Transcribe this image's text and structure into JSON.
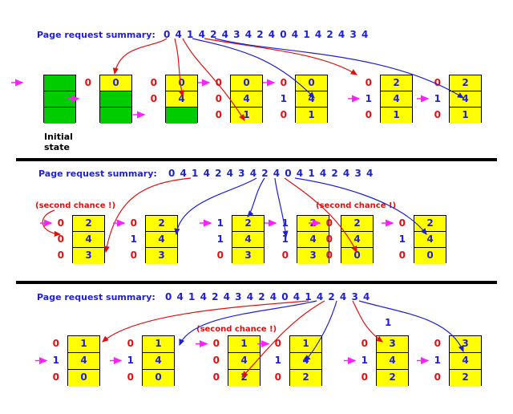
{
  "initial_label": "Initial state",
  "colors": {
    "red": "#e01010",
    "blue": "#1f1fd6",
    "magenta": "#ff20ff",
    "yellow": "#ffff00",
    "green": "#00cc00"
  },
  "sections": [
    {
      "title": "Page request summary:",
      "sequence": "0 4 1 4 2 4 3 4 2 4 0 4 1 4 2 4 3 4",
      "frames": [
        {
          "fill": "green",
          "cells": [
            "",
            "",
            ""
          ],
          "refs": [
            "",
            "",
            ""
          ],
          "pointer": 0
        },
        {
          "fill": "yellow-top",
          "cells": [
            "0",
            "",
            ""
          ],
          "refs": [
            "0",
            "",
            ""
          ],
          "pointer": 1
        },
        {
          "fill": "yellow-top2",
          "cells": [
            "0",
            "4",
            ""
          ],
          "refs": [
            "0",
            "0",
            ""
          ],
          "pointer": 2
        },
        {
          "fill": "yellow",
          "cells": [
            "0",
            "4",
            "1"
          ],
          "refs": [
            "0",
            "0",
            "0"
          ],
          "pointer": 0
        },
        {
          "fill": "yellow",
          "cells": [
            "0",
            "4",
            "1"
          ],
          "refs": [
            "0",
            "1",
            "0"
          ],
          "pointer": 0
        },
        {
          "fill": "yellow",
          "cells": [
            "2",
            "4",
            "1"
          ],
          "refs": [
            "0",
            "1",
            "0"
          ],
          "pointer": 1
        },
        {
          "fill": "yellow",
          "cells": [
            "2",
            "4",
            "1"
          ],
          "refs": [
            "0",
            "1",
            "0"
          ],
          "pointer": 1
        }
      ]
    },
    {
      "title": "Page request summary:",
      "sequence": "0 4 1 4 2 4 3 4 2 4 0 4 1 4 2 4 3 4",
      "notes": [
        "(second chance !)",
        "(second chance !)"
      ],
      "frames": [
        {
          "fill": "yellow",
          "cells": [
            "2",
            "4",
            "3"
          ],
          "refs": [
            "0",
            "0",
            "0"
          ],
          "pointer": 0
        },
        {
          "fill": "yellow",
          "cells": [
            "2",
            "4",
            "3"
          ],
          "refs": [
            "0",
            "1",
            "0"
          ],
          "pointer": 0
        },
        {
          "fill": "yellow",
          "cells": [
            "2",
            "4",
            "3"
          ],
          "refs": [
            "1",
            "1",
            "0"
          ],
          "pointer": 0
        },
        {
          "fill": "yellow",
          "cells": [
            "2",
            "4",
            "3"
          ],
          "refs": [
            "1",
            "1",
            "0"
          ],
          "pointer": 0
        },
        {
          "fill": "yellow",
          "cells": [
            "2",
            "4",
            "0"
          ],
          "refs": [
            "0",
            "0",
            "0"
          ],
          "pointer": 0
        },
        {
          "fill": "yellow",
          "cells": [
            "2",
            "4",
            "0"
          ],
          "refs": [
            "0",
            "1",
            "0"
          ],
          "pointer": 0
        }
      ]
    },
    {
      "title": "Page request summary:",
      "sequence": "0 4 1 4 2 4 3 4 2 4 0 4 1 4 2 4 3 4",
      "notes": [
        "(second chance !)"
      ],
      "extra_label": "1",
      "frames": [
        {
          "fill": "yellow",
          "cells": [
            "1",
            "4",
            "0"
          ],
          "refs": [
            "0",
            "1",
            "0"
          ],
          "pointer": 1
        },
        {
          "fill": "yellow",
          "cells": [
            "1",
            "4",
            "0"
          ],
          "refs": [
            "0",
            "1",
            "0"
          ],
          "pointer": 1
        },
        {
          "fill": "yellow",
          "cells": [
            "1",
            "4",
            "2"
          ],
          "refs": [
            "0",
            "0",
            "0"
          ],
          "pointer": 0
        },
        {
          "fill": "yellow",
          "cells": [
            "1",
            "4",
            "2"
          ],
          "refs": [
            "0",
            "1",
            "0"
          ],
          "pointer": 0
        },
        {
          "fill": "yellow",
          "cells": [
            "3",
            "4",
            "2"
          ],
          "refs": [
            "0",
            "1",
            "0"
          ],
          "pointer": 1
        },
        {
          "fill": "yellow",
          "cells": [
            "3",
            "4",
            "2"
          ],
          "refs": [
            "0",
            "1",
            "0"
          ],
          "pointer": 1
        }
      ]
    }
  ]
}
